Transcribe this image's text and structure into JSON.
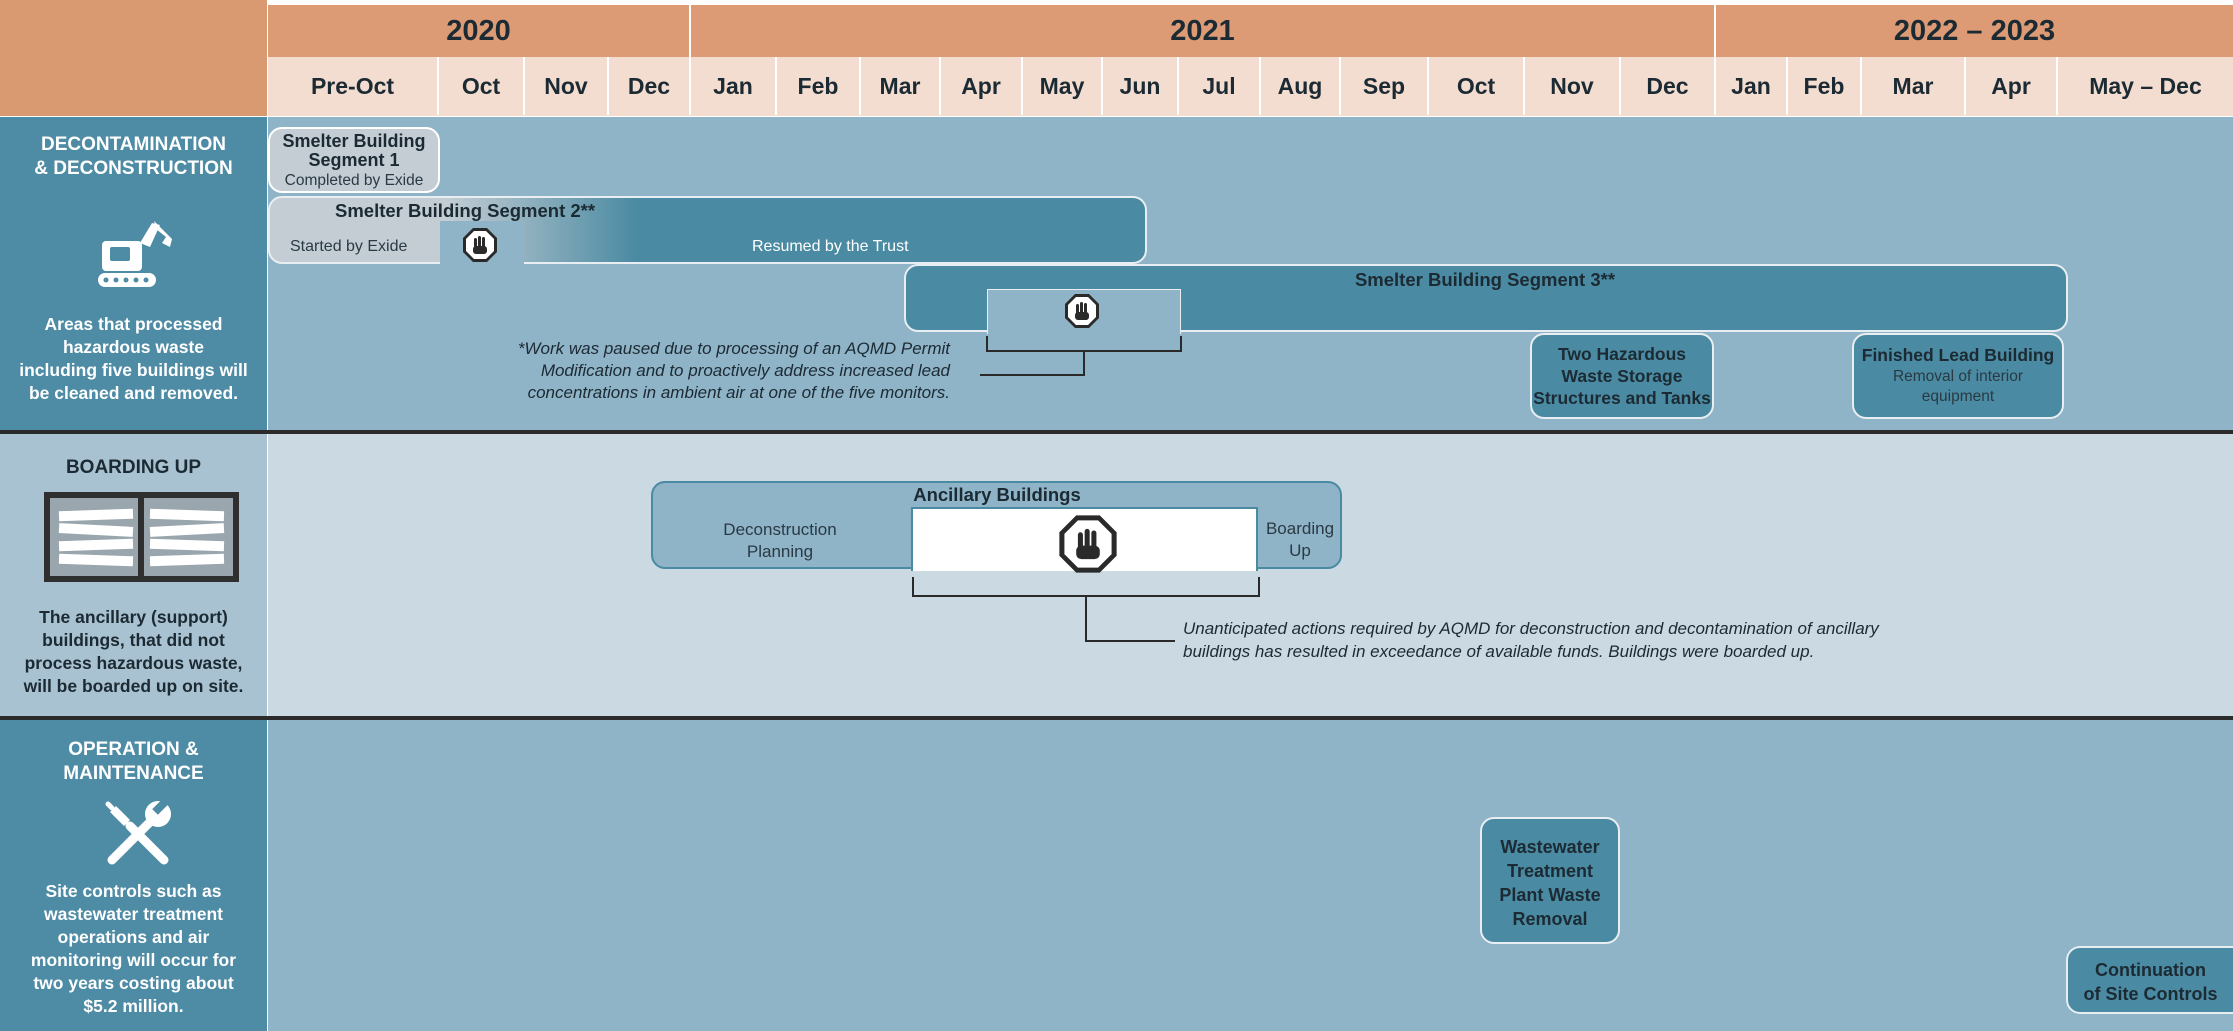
{
  "header": {
    "years": [
      "2020",
      "2021",
      "2022 – 2023"
    ],
    "months": [
      "Pre-Oct",
      "Oct",
      "Nov",
      "Dec",
      "Jan",
      "Feb",
      "Mar",
      "Apr",
      "May",
      "Jun",
      "Jul",
      "Aug",
      "Sep",
      "Oct",
      "Nov",
      "Dec",
      "Jan",
      "Feb",
      "Mar",
      "Apr",
      "May – Dec"
    ]
  },
  "rows": {
    "decon": {
      "title_lines": [
        "DECONTAMINATION",
        "& DECONSTRUCTION"
      ],
      "icon": "excavator-icon",
      "desc_lines": [
        "Areas that processed",
        "hazardous waste",
        "including five buildings will",
        "be cleaned and removed."
      ],
      "seg1": {
        "title_lines": [
          "Smelter Building",
          "Segment 1"
        ],
        "sub": "Completed by Exide"
      },
      "seg2": {
        "title": "Smelter Building Segment 2**",
        "left": "Started by Exide",
        "right": "Resumed by the Trust"
      },
      "seg3": {
        "title": "Smelter Building Segment 3**"
      },
      "note_lines": [
        "*Work was paused due to processing of an AQMD Permit",
        "Modification and to proactively address increased lead",
        "concentrations in ambient air at one of the five monitors."
      ],
      "storage": {
        "title_lines": [
          "Two Hazardous",
          "Waste Storage",
          "Structures and Tanks"
        ]
      },
      "lead": {
        "title": "Finished Lead Building",
        "sub_lines": [
          "Removal of interior",
          "equipment"
        ]
      }
    },
    "boarding": {
      "title": "BOARDING UP",
      "icon": "boarded-window-icon",
      "desc_lines": [
        "The ancillary (support)",
        "buildings, that did not",
        "process hazardous waste,",
        "will be boarded up on site."
      ],
      "ancillary": {
        "title": "Ancillary Buildings",
        "left_lines": [
          "Deconstruction",
          "Planning"
        ],
        "right_lines": [
          "Boarding",
          "Up"
        ]
      },
      "note_lines": [
        "Unanticipated actions required by AQMD for deconstruction and decontamination of ancillary",
        "buildings has resulted in exceedance of available funds. Buildings were boarded up."
      ]
    },
    "om": {
      "title_lines": [
        "OPERATION &",
        "MAINTENANCE"
      ],
      "icon": "wrench-screwdriver-icon",
      "desc_lines": [
        "Site controls such as",
        "wastewater treatment",
        "operations and air",
        "monitoring will occur for",
        "two years costing about",
        "$5.2 million."
      ],
      "wastewater": {
        "title_lines": [
          "Wastewater",
          "Treatment",
          "Plant Waste",
          "Removal"
        ]
      },
      "continuation": {
        "title_lines": [
          "Continuation",
          "of Site Controls"
        ]
      }
    }
  },
  "icons": {
    "pause": "stop-hand-icon"
  },
  "colors": {
    "header_year": "#dc9b74",
    "header_month": "#f3ddd0",
    "side_panel": "#4e8ba5",
    "row_bg": "#8fb3c7",
    "boarding_bg": "#cbd9e3",
    "box_teal": "#4a8aa2",
    "box_grey": "#c4cdd4"
  }
}
